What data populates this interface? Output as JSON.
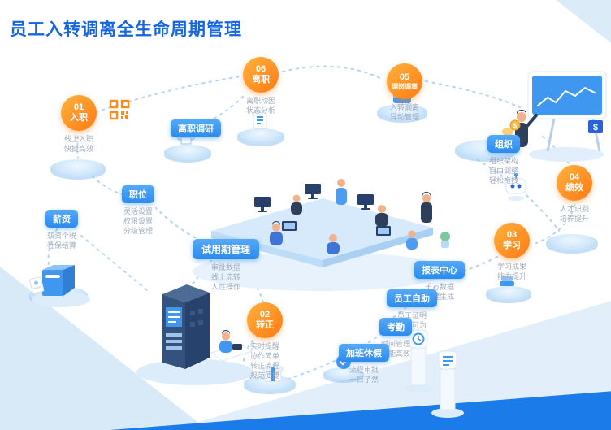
{
  "title": "员工入转调离全生命周期管理",
  "stages": [
    {
      "num": "01",
      "label": "入职",
      "desc": [
        "线上入职",
        "快捷高效"
      ]
    },
    {
      "num": "02",
      "label": "转正",
      "desc": [
        "实时提醒",
        "协作简单",
        "转正流程",
        "规范便捷"
      ]
    },
    {
      "num": "03",
      "label": "学习",
      "desc": [
        "学习成果",
        "能力提升"
      ]
    },
    {
      "num": "04",
      "label": "绩效",
      "desc": [
        "人才识别",
        "培养提升"
      ]
    },
    {
      "num": "05",
      "label": "调岗调离",
      "desc": [
        "入转调离",
        "异动管理"
      ]
    },
    {
      "num": "06",
      "label": "离职",
      "desc": [
        "离职动因",
        "状态分析"
      ]
    }
  ],
  "modules": [
    {
      "label": "薪资",
      "desc": [
        "薪资个税",
        "社保结算"
      ]
    },
    {
      "label": "职位",
      "desc": [
        "灵活设置",
        "权限设置",
        "分级管理"
      ]
    },
    {
      "label": "离职调研",
      "desc": []
    },
    {
      "label": "试用期管理",
      "desc": [
        "审批数据",
        "线上流转",
        "人性操作"
      ]
    },
    {
      "label": "组织",
      "desc": [
        "组织架构",
        "自由调整",
        "轻松拖拽"
      ]
    },
    {
      "label": "报表中心",
      "desc": [
        "千万数据",
        "一键生成"
      ]
    },
    {
      "label": "员工自助",
      "desc": [
        "员工证明",
        "随心可为"
      ]
    },
    {
      "label": "考勤",
      "desc": [
        "时间管理",
        "智能高效"
      ]
    },
    {
      "label": "加班休假",
      "desc": [
        "流程审批",
        "一目了然"
      ]
    }
  ],
  "symbols": {
    "dollar": "$"
  },
  "icons": {
    "qr": "qr-code",
    "printer": "printer",
    "document": "document",
    "briefcase": "briefcase",
    "money": "money-stack",
    "robot": "robot",
    "gift": "gift-box",
    "clock": "clock",
    "list": "report-list",
    "card": "id-card",
    "book": "book"
  },
  "colors": {
    "title_blue": "#1566e2",
    "stage_orange": "#ff8a1e",
    "module_blue": "#3e97f2",
    "desc_gray": "#9fadbd",
    "platform_blue": "#cfe6fa",
    "dark_navy": "#2e4468",
    "strip_blue": "#1b7ce9"
  }
}
